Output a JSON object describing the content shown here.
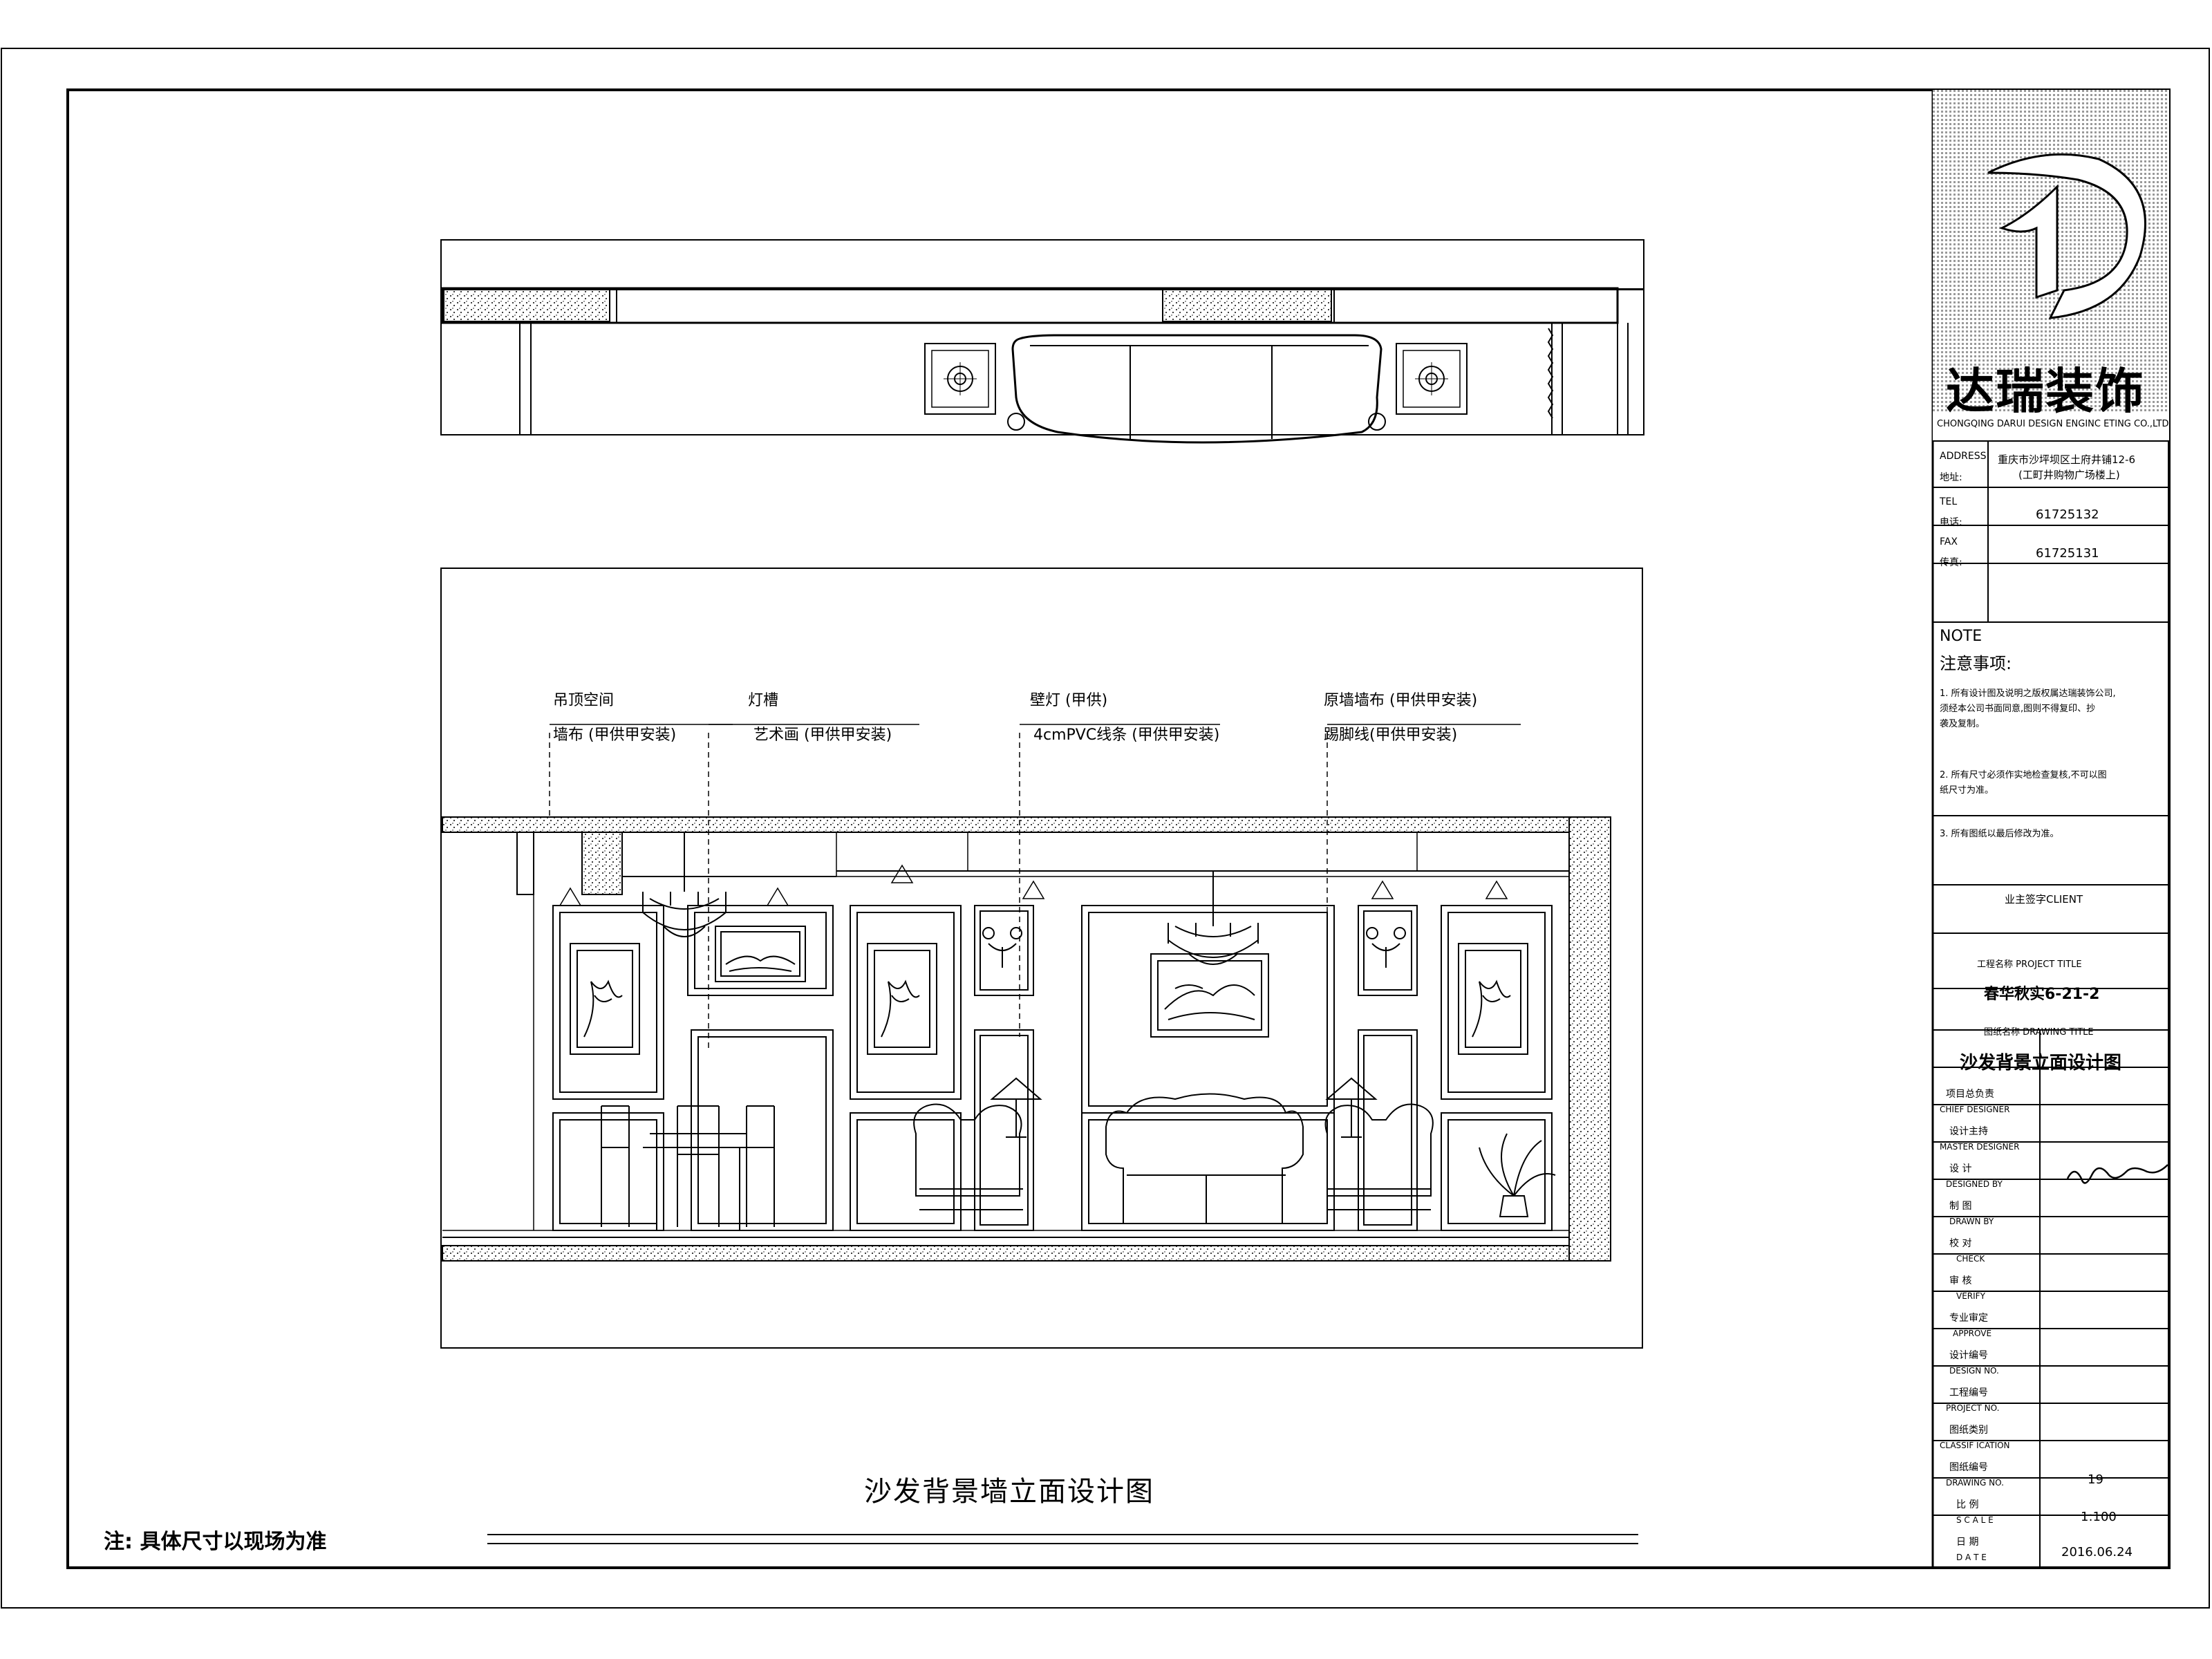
{
  "company": {
    "name_cn": "达瑞装饰",
    "name_en": "CHONGQING DARUI DESIGN ENGINC ETING CO.,LTD",
    "address_label_en": "ADDRESS",
    "address_label_cn": "地址:",
    "address_line1": "重庆市沙坪坝区土府井铺12-6",
    "address_line2": "(工町井购物广场楼上)",
    "tel_label_en": "TEL",
    "tel_label_cn": "电话:",
    "tel": "61725132",
    "fax_label_en": "FAX",
    "fax_label_cn": "传真:",
    "fax": "61725131"
  },
  "notes": {
    "title_en": "NOTE",
    "title_cn": "注意事项:",
    "items": [
      "1. 所有设计图及说明之版权属达瑞装饰公司,",
      "    须经本公司书面同意,图则不得复印、抄",
      "    袭及复制。",
      "2. 所有尺寸必须作实地检查复核,不可以图",
      "    纸尺寸为准。",
      "3. 所有图纸以最后修改为准。"
    ]
  },
  "title_block": {
    "client_label": "业主签字CLIENT",
    "project_label": "工程名称 PROJECT TITLE",
    "project_title": "春华秋实6-21-2",
    "drawing_label": "图纸名称  DRAWING TITLE",
    "drawing_title": "沙发背景立面设计图",
    "rows": [
      {
        "cn": "项目总负责",
        "en": "CHIEF DESIGNER",
        "value": ""
      },
      {
        "cn": "设计主持",
        "en": "MASTER DESIGNER",
        "value": ""
      },
      {
        "cn": "设    计",
        "en": "DESIGNED BY",
        "value": ""
      },
      {
        "cn": "制    图",
        "en": "DRAWN BY",
        "value": ""
      },
      {
        "cn": "校    对",
        "en": "CHECK",
        "value": ""
      },
      {
        "cn": "审    核",
        "en": "VERIFY",
        "value": ""
      },
      {
        "cn": "专业审定",
        "en": "APPROVE",
        "value": ""
      },
      {
        "cn": "设计编号",
        "en": "DESIGN NO.",
        "value": ""
      },
      {
        "cn": "工程编号",
        "en": "PROJECT NO.",
        "value": ""
      },
      {
        "cn": "图纸类别",
        "en": "CLASSIF ICATION",
        "value": ""
      },
      {
        "cn": "图纸编号",
        "en": "DRAWING NO.",
        "value": "19"
      },
      {
        "cn": "比    例",
        "en": "S C A L E",
        "value": "1:100"
      },
      {
        "cn": "日    期",
        "en": "D A T E",
        "value": "2016.06.24"
      }
    ]
  },
  "annotations": {
    "col1_line1": "吊顶空间",
    "col1_line2": "墙布 (甲供甲安装)",
    "col2_line1": "灯槽",
    "col2_line2": "艺术画 (甲供甲安装)",
    "col3_line1": "壁灯 (甲供)",
    "col3_line2": "4cmPVC线条 (甲供甲安装)",
    "col4_line1": "原墙墙布 (甲供甲安装)",
    "col4_line2": "踢脚线(甲供甲安装)"
  },
  "drawing_title": "沙发背景墙立面设计图",
  "footer_note": "注: 具体尺寸以现场为准"
}
